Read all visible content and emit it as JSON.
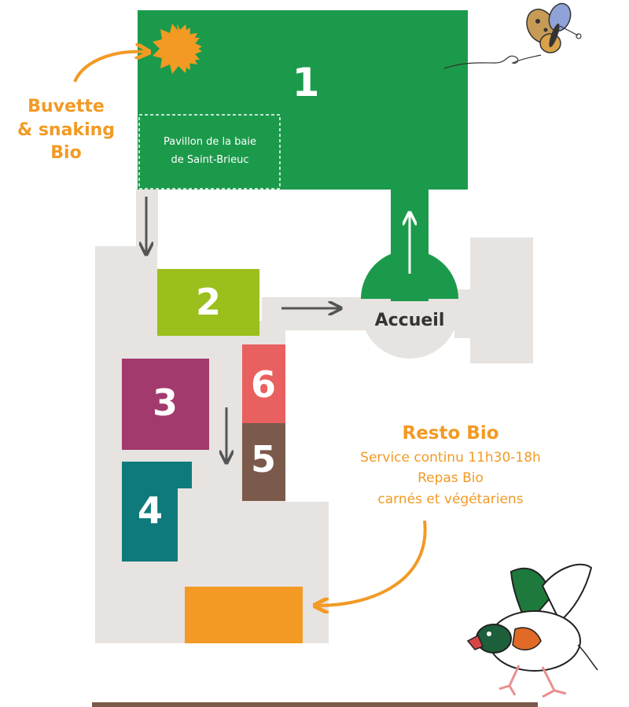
{
  "colors": {
    "green": "#1b9a4b",
    "floor": "#e6e3e0",
    "lime": "#9bbf1c",
    "magenta": "#a33a6d",
    "teal": "#0f7a7c",
    "salmon": "#e8605f",
    "brown": "#7b5a4b",
    "orange": "#f29a24",
    "arrow": "#555555"
  },
  "zones": {
    "z1": "1",
    "z2": "2",
    "z3": "3",
    "z4": "4",
    "z5": "5",
    "z6": "6"
  },
  "pavilion": {
    "line1": "Pavillon de la baie",
    "line2": "de Saint-Brieuc"
  },
  "accueil": "Accueil",
  "buvette": {
    "line1": "Buvette",
    "line2": "& snaking",
    "line3": "Bio"
  },
  "resto": {
    "title": "Resto Bio",
    "line1": "Service continu 11h30-18h",
    "line2": "Repas Bio",
    "line3": "carnés et végétariens"
  },
  "icons": {
    "sun": "sun-icon",
    "butterfly": "butterfly-icon",
    "duck": "duck-icon"
  }
}
